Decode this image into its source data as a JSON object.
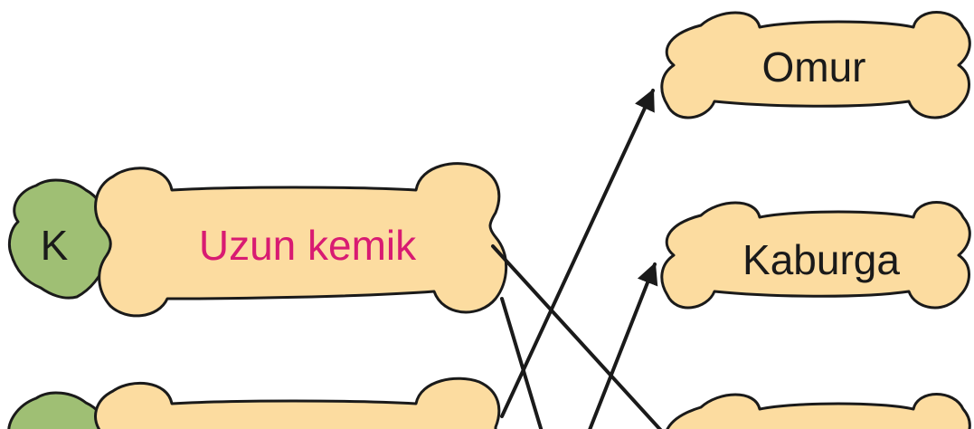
{
  "left": {
    "letter_1": "K",
    "bone_1_label": "Uzun kemik",
    "bone_1_color": "#d81b72",
    "letter_2": "",
    "bone_2_label": ""
  },
  "right": {
    "bone_1_label": "Omur",
    "bone_2_label": "Kaburga",
    "bone_3_label": ""
  },
  "colors": {
    "bone": "#fcdca0",
    "tag": "#9fbf74",
    "outline": "#1a1a1a"
  }
}
